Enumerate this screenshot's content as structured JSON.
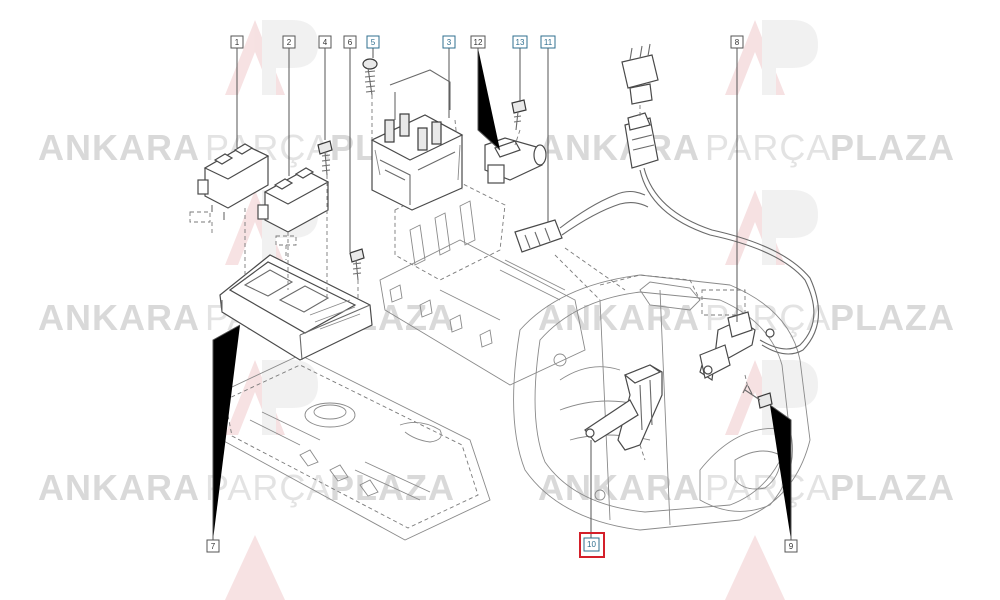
{
  "watermark": {
    "bold_left": "ANKARA",
    "thin": "PARÇA",
    "bold_right": "PLAZA"
  },
  "callouts": [
    {
      "id": "c1",
      "label": "1",
      "ref": false
    },
    {
      "id": "c2",
      "label": "2",
      "ref": false
    },
    {
      "id": "c4",
      "label": "4",
      "ref": false
    },
    {
      "id": "c6",
      "label": "6",
      "ref": false
    },
    {
      "id": "c5",
      "label": "5",
      "ref": true
    },
    {
      "id": "c3",
      "label": "3",
      "ref": true
    },
    {
      "id": "c12",
      "label": "12",
      "ref": false
    },
    {
      "id": "c13",
      "label": "13",
      "ref": true
    },
    {
      "id": "c11",
      "label": "11",
      "ref": true
    },
    {
      "id": "c8",
      "label": "8",
      "ref": false
    },
    {
      "id": "c7",
      "label": "7",
      "ref": false
    },
    {
      "id": "c10",
      "label": "10",
      "ref": true,
      "highlighted": true
    },
    {
      "id": "c9",
      "label": "9",
      "ref": false
    }
  ],
  "colors": {
    "highlight": "#d4202a",
    "reference_label": "#2f6f8f",
    "watermark": "#d9d9d9"
  }
}
